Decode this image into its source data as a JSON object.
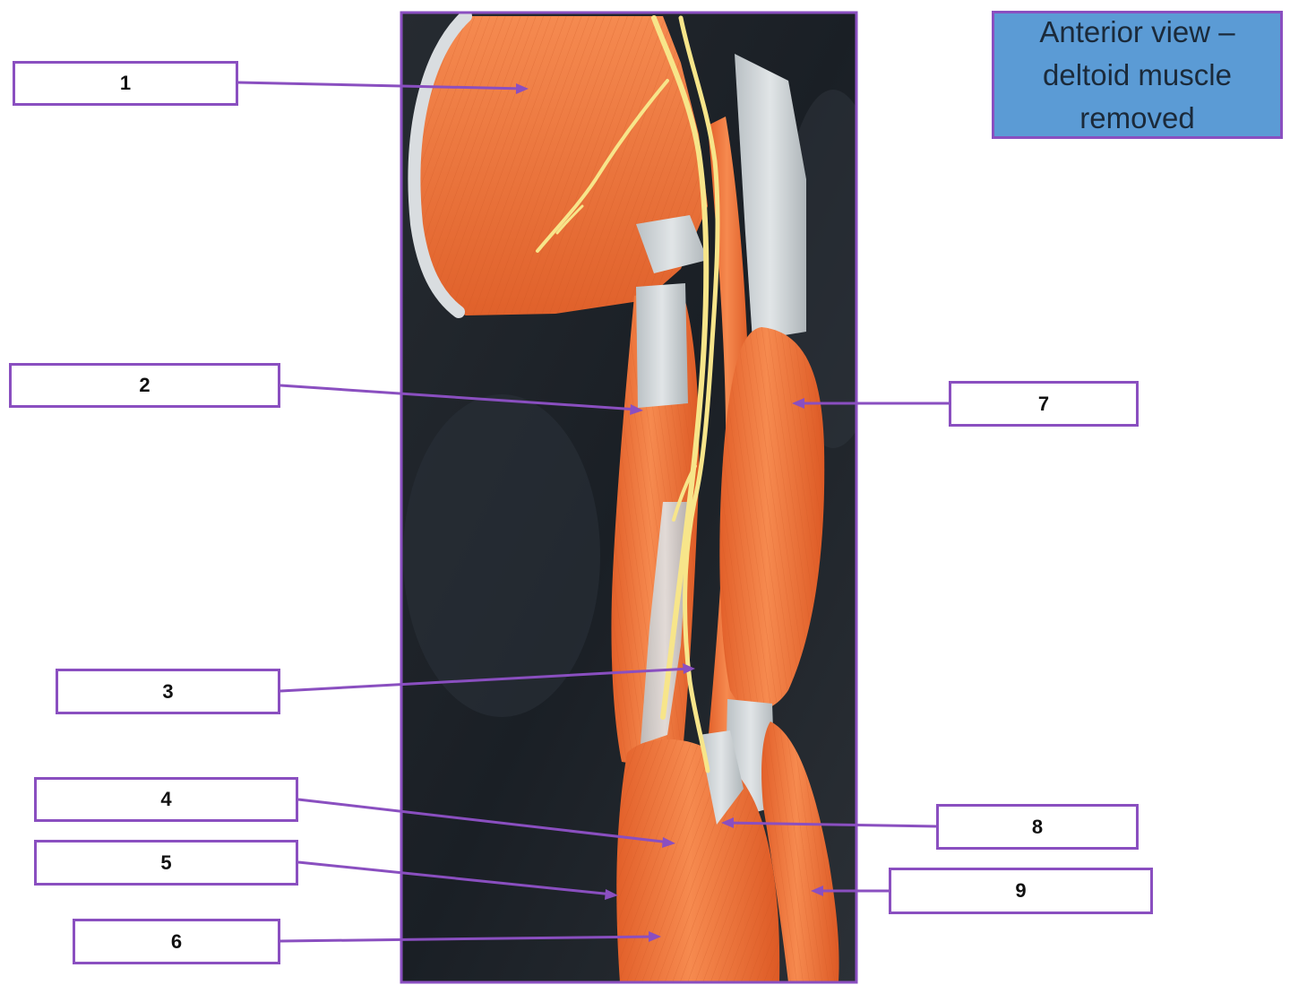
{
  "title": {
    "line1": "Anterior view –",
    "line2": "deltoid muscle",
    "line3": "removed"
  },
  "labels": [
    "1",
    "2",
    "3",
    "4",
    "5",
    "6",
    "7",
    "8",
    "9"
  ],
  "colors": {
    "leader_line": "#8a4fc0",
    "title_fill": "#5b9bd5",
    "muscle": "#f2773e",
    "tendon": "#cfd5d8",
    "nerve": "#f7e58a",
    "background": "#1d2228"
  }
}
